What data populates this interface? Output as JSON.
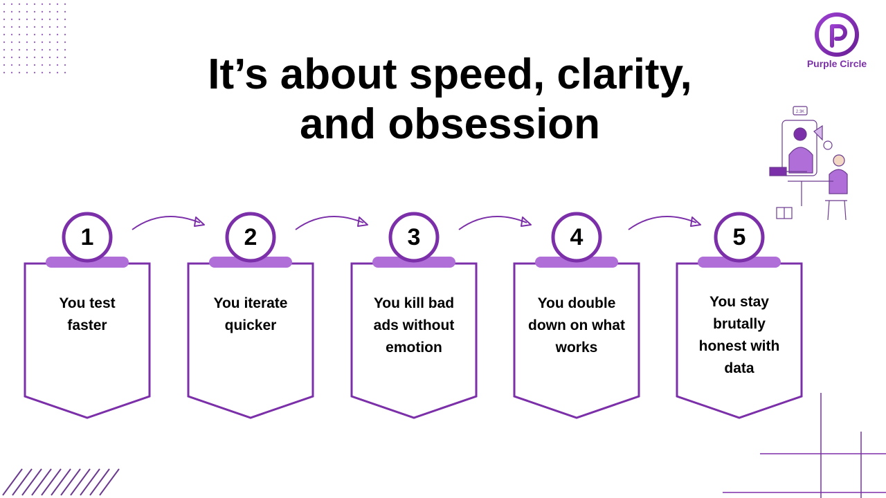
{
  "title": {
    "line1": "It’s about speed, clarity,",
    "line2": "and obsession"
  },
  "logo": {
    "text": "Purple Circle",
    "letter": "P"
  },
  "colors": {
    "accent": "#7b2fa8",
    "accent_light": "#b06fd8",
    "text": "#000000"
  },
  "steps": [
    {
      "number": "1",
      "text": "You test faster"
    },
    {
      "number": "2",
      "text": "You iterate quicker"
    },
    {
      "number": "3",
      "text": "You kill bad ads without emotion"
    },
    {
      "number": "4",
      "text": "You double down on what works"
    },
    {
      "number": "5",
      "text": "You stay brutally honest with data"
    }
  ],
  "illustration": {
    "badge_text": "2.3K"
  }
}
